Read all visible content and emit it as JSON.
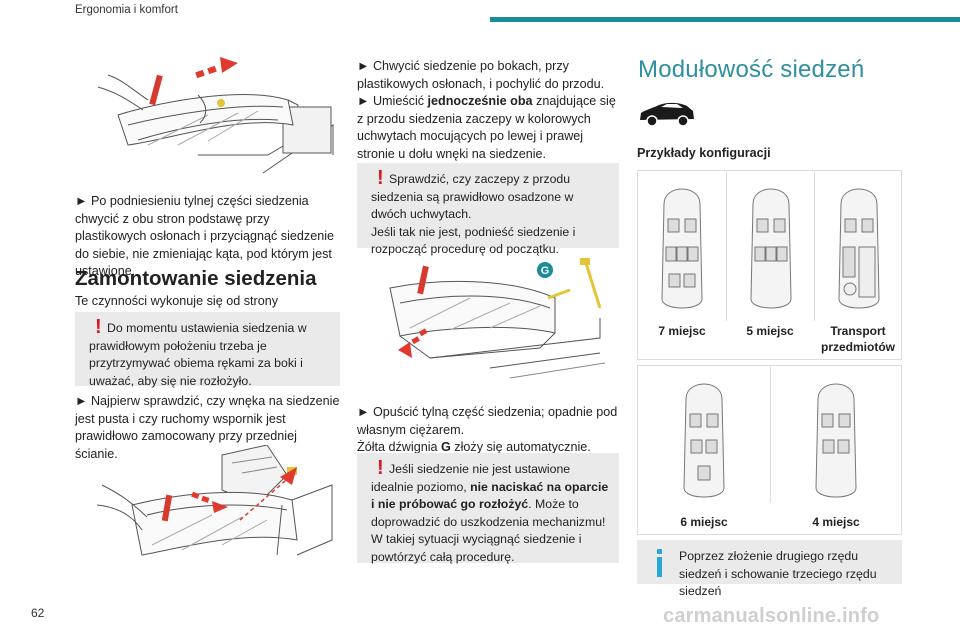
{
  "header": {
    "section": "Ergonomia i komfort"
  },
  "page_number": "62",
  "watermark": "carmanualsonline.info",
  "col1": {
    "para1": "► Po podniesieniu tylnej części siedzenia chwycić z obu stron podstawę przy plastikowych osłonach i przyciągnąć siedzenie do siebie, nie zmieniając kąta, pod którym jest ustawione.",
    "heading": "Zamontowanie siedzenia",
    "intro": "Te czynności wykonuje się od strony bagażnika.",
    "warning": "Do momentu ustawienia siedzenia w prawidłowym położeniu trzeba je przytrzymywać obiema rękami za boki i uważać, aby się nie rozłożyło.",
    "para2": "► Najpierw sprawdzić, czy wnęka na siedzenie jest pusta i czy ruchomy wspornik jest prawidłowo zamocowany przy przedniej ścianie."
  },
  "col2": {
    "para1_line1": "► Chwycić siedzenie po bokach, przy plastikowych osłonach, i pochylić do przodu.",
    "para1_line2_pre": "► Umieścić ",
    "para1_line2_bold": "jednocześnie oba",
    "para1_line2_post": " znajdujące się z przodu siedzenia zaczepy w kolorowych uchwytach mocujących po lewej i prawej stronie u dołu wnęki na siedzenie.",
    "warning1": "Sprawdzić, czy zaczepy z przodu siedzenia są prawidłowo osadzone w dwóch uchwytach.",
    "warning1b": "Jeśli tak nie jest, podnieść siedzenie i rozpocząć procedurę od początku.",
    "callout_g": "G",
    "para2": "► Opuścić tylną część siedzenia; opadnie pod własnym ciężarem.",
    "para3_pre": "Żółta dźwignia ",
    "para3_bold": "G",
    "para3_post": " złoży się automatycznie.",
    "warning2_pre": "Jeśli siedzenie nie jest ustawione idealnie poziomo, ",
    "warning2_bold": "nie naciskać na oparcie i nie próbować go rozłożyć",
    "warning2_post": ". Może to doprowadzić do uszkodzenia mechanizmu! W takiej sytuacji wyciągnąć siedzenie i powtórzyć całą procedurę."
  },
  "col3": {
    "title": "Modułowość siedzeń",
    "subtitle": "Przykłady konfiguracji",
    "configs_row1": [
      "7 miejsc",
      "5 miejsc",
      "Transport przedmiotów"
    ],
    "configs_row2": [
      "6 miejsc",
      "4 miejsc"
    ],
    "info": "Poprzez złożenie drugiego rzędu siedzeń i schowanie trzeciego rzędu siedzeń"
  },
  "colors": {
    "accent": "#1b8a99",
    "warning": "#e0161d",
    "info": "#29a8d8",
    "box": "#eaeaea"
  }
}
